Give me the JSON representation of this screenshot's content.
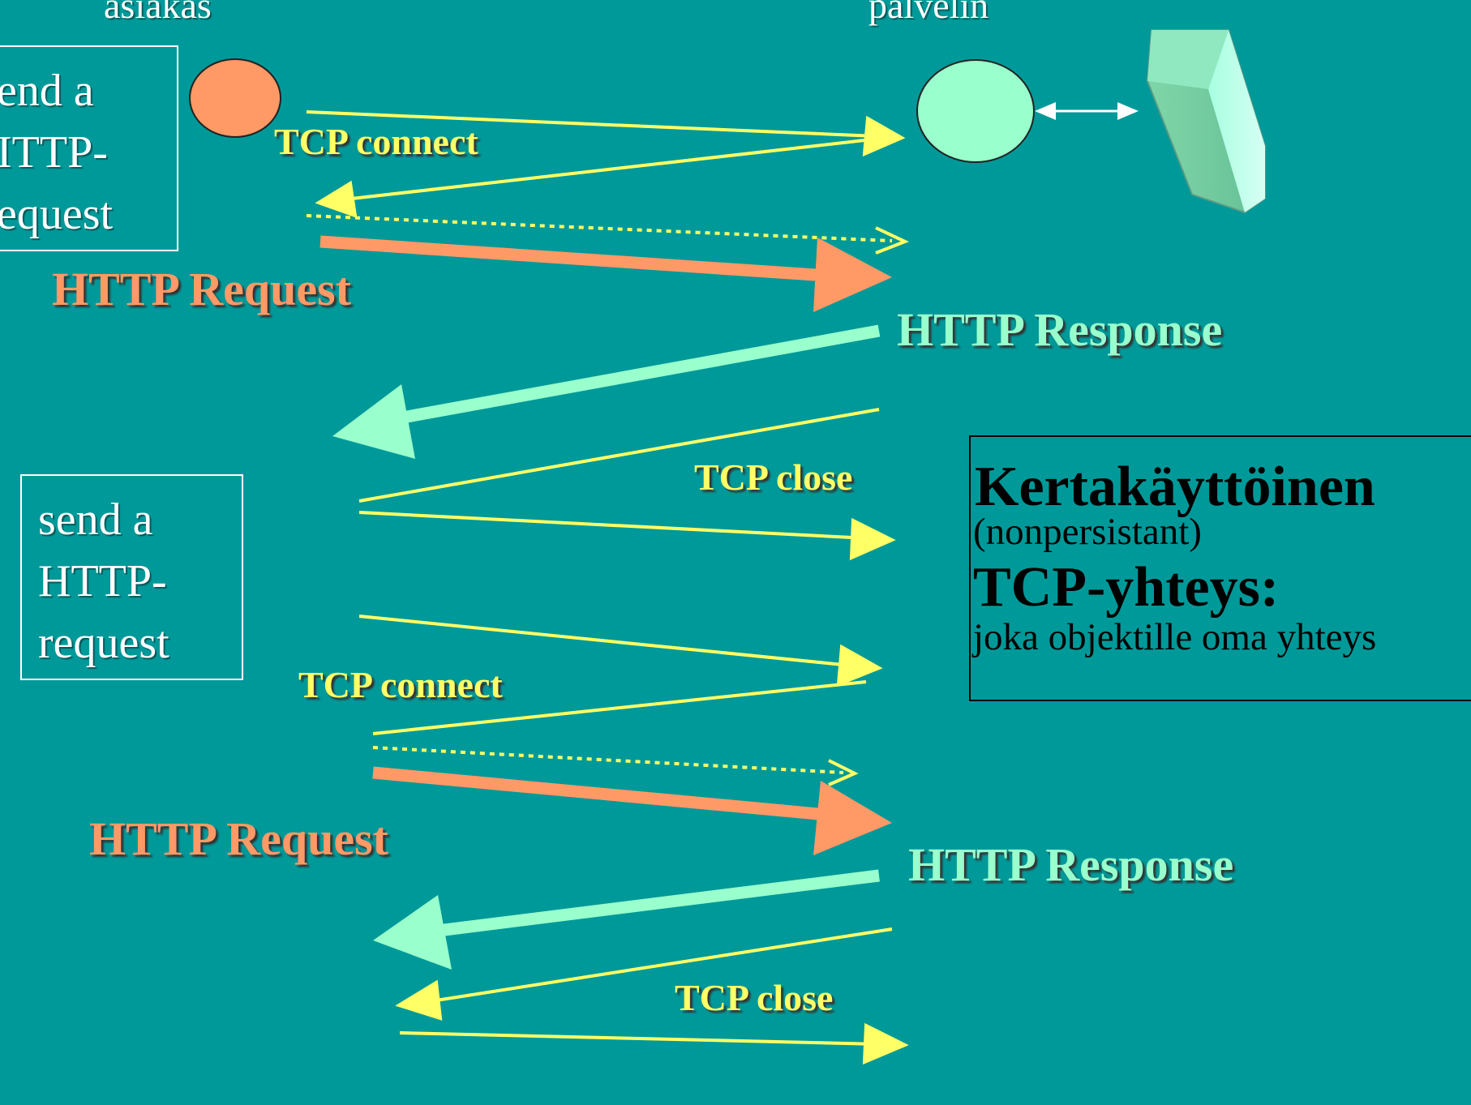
{
  "actors": {
    "client_label": "asiakas",
    "server_label": "palvelin"
  },
  "notes": {
    "send_request_1": [
      "end a",
      "ITTP-",
      "equest"
    ],
    "send_request_2": [
      "send a",
      "HTTP-",
      "request"
    ]
  },
  "messages": {
    "tcp_connect_1": "TCP connect",
    "http_request_1": "HTTP Request",
    "http_response_1": "HTTP Response",
    "tcp_close_1": "TCP close",
    "tcp_connect_2": "TCP connect",
    "http_request_2": "HTTP Request",
    "http_response_2": "HTTP Response",
    "tcp_close_2": "TCP close"
  },
  "info_box": {
    "title": "Kertakäyttöinen",
    "subtitle": "(nonpersistant)",
    "heading2": "TCP-yhteys:",
    "description": "joka objektille oma yhteys"
  },
  "colors": {
    "background": "#009999",
    "tcp_arrow": "#ffff66",
    "request_arrow": "#ff9966",
    "response_arrow": "#99ffcc",
    "client_node": "#ff9966",
    "server_node": "#99ffcc"
  },
  "icons": [
    "client-node-icon",
    "server-node-icon",
    "bidirectional-arrow-icon",
    "storage-block-icon"
  ]
}
